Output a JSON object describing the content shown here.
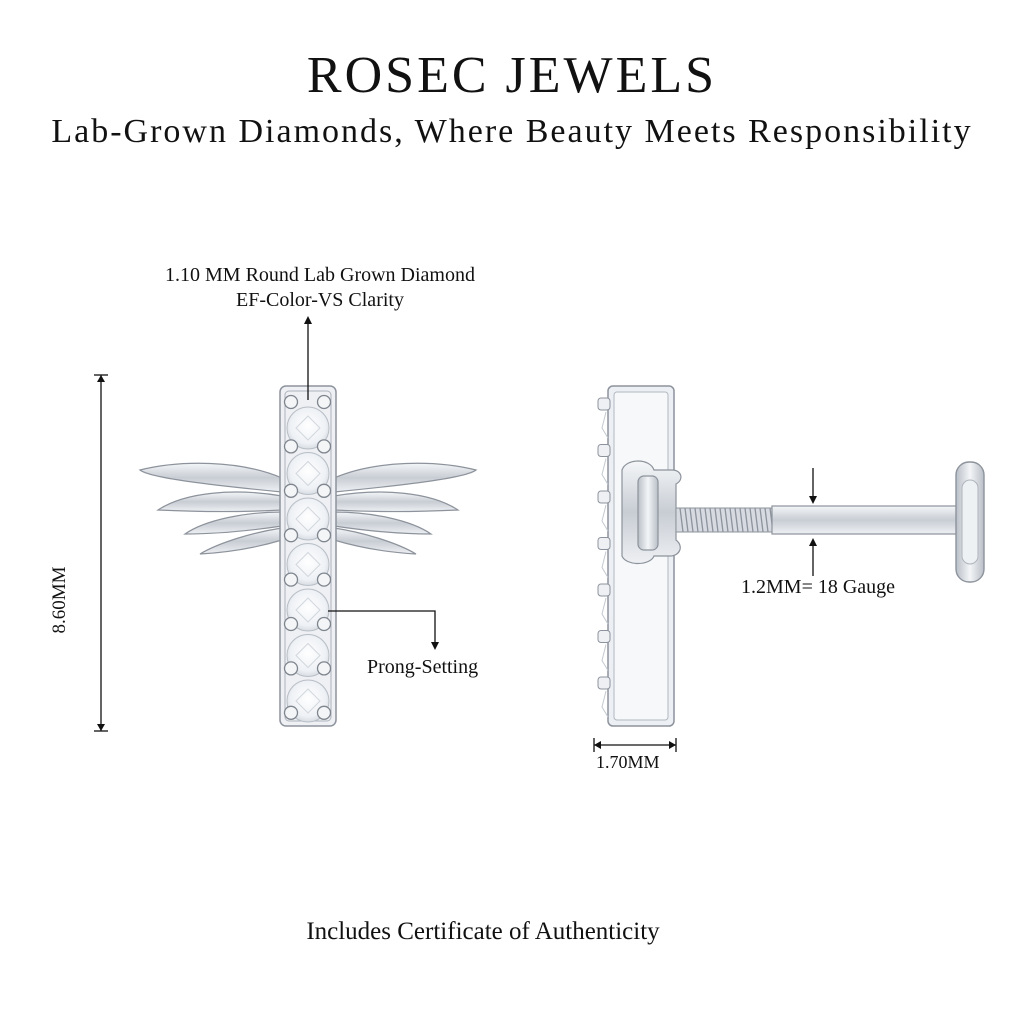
{
  "header": {
    "brand": "ROSEC JEWELS",
    "tagline": "Lab-Grown Diamonds, Where Beauty Meets Responsibility"
  },
  "annotations": {
    "diamond_line1": "1.10 MM Round Lab Grown Diamond",
    "diamond_line2": "EF-Color-VS Clarity",
    "setting": "Prong-Setting",
    "height": "8.60MM",
    "gauge": "1.2MM= 18 Gauge",
    "width": "1.70MM"
  },
  "footer": {
    "certificate": "Includes Certificate of Authenticity"
  },
  "colors": {
    "metal": "#d9dde3",
    "metal_dark": "#9aa1ab",
    "outline": "#8d939c",
    "text": "#111111"
  }
}
